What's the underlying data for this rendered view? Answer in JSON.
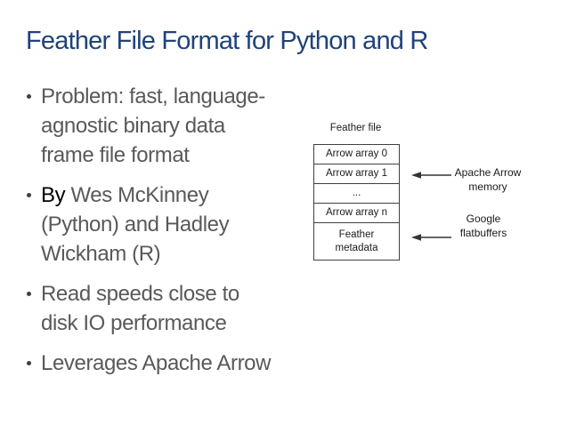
{
  "title": "Feather File Format for Python and R",
  "bullets": [
    {
      "lead": "",
      "text": "Problem: fast, language-\nagnostic binary data\nframe file format"
    },
    {
      "lead": "By ",
      "text": "Wes McKinney\n(Python) and Hadley\nWickham (R)"
    },
    {
      "lead": "",
      "text": "Read speeds close to\ndisk IO performance"
    },
    {
      "lead": "",
      "text": "Leverages Apache Arrow"
    }
  ],
  "diagram": {
    "file_label": "Feather file",
    "box_rows": [
      "Arrow array 0",
      "Arrow array 1",
      "...",
      "Arrow array n",
      "Feather\nmetadata"
    ],
    "annotations": [
      {
        "text": "Apache Arrow\nmemory"
      },
      {
        "text": "Google\nflatbuffers"
      }
    ]
  },
  "colors": {
    "title": "#1f4279",
    "body_text": "#595959",
    "lead_text": "#000000",
    "diagram_line": "#404040"
  }
}
